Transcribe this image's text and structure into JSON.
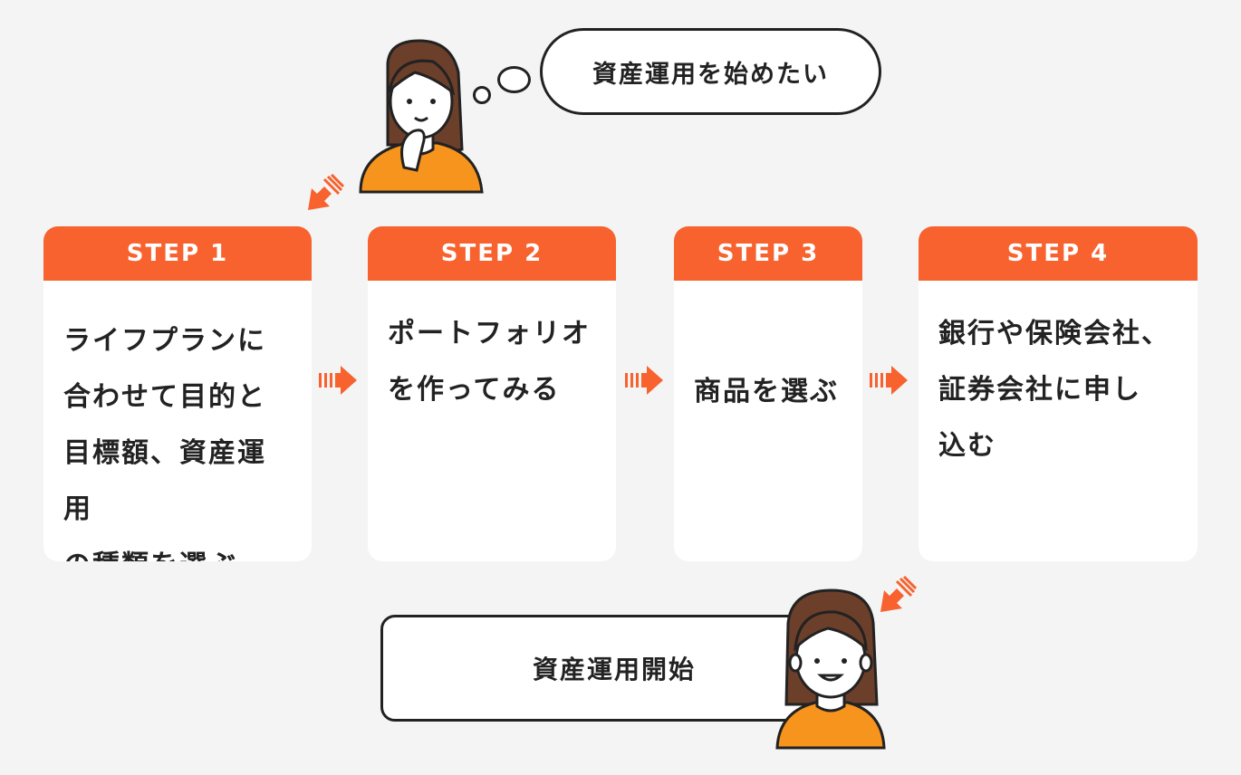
{
  "thought_bubble": {
    "text": "資産運用を始めたい"
  },
  "steps": [
    {
      "label": "STEP 1",
      "body": "ライフプランに\n合わせて目的と\n目標額、資産運用\nの種類を選ぶ"
    },
    {
      "label": "STEP 2",
      "body": "ポートフォリオ\nを作ってみる"
    },
    {
      "label": "STEP 3",
      "body": "商品を選ぶ"
    },
    {
      "label": "STEP 4",
      "body": "銀行や保険会社、\n証券会社に申し\n込む"
    }
  ],
  "result": {
    "text": "資産運用開始"
  },
  "colors": {
    "accent": "#f7622f",
    "shirt": "#f7941d",
    "hair": "#6b3f2a",
    "background": "#f4f4f4"
  }
}
